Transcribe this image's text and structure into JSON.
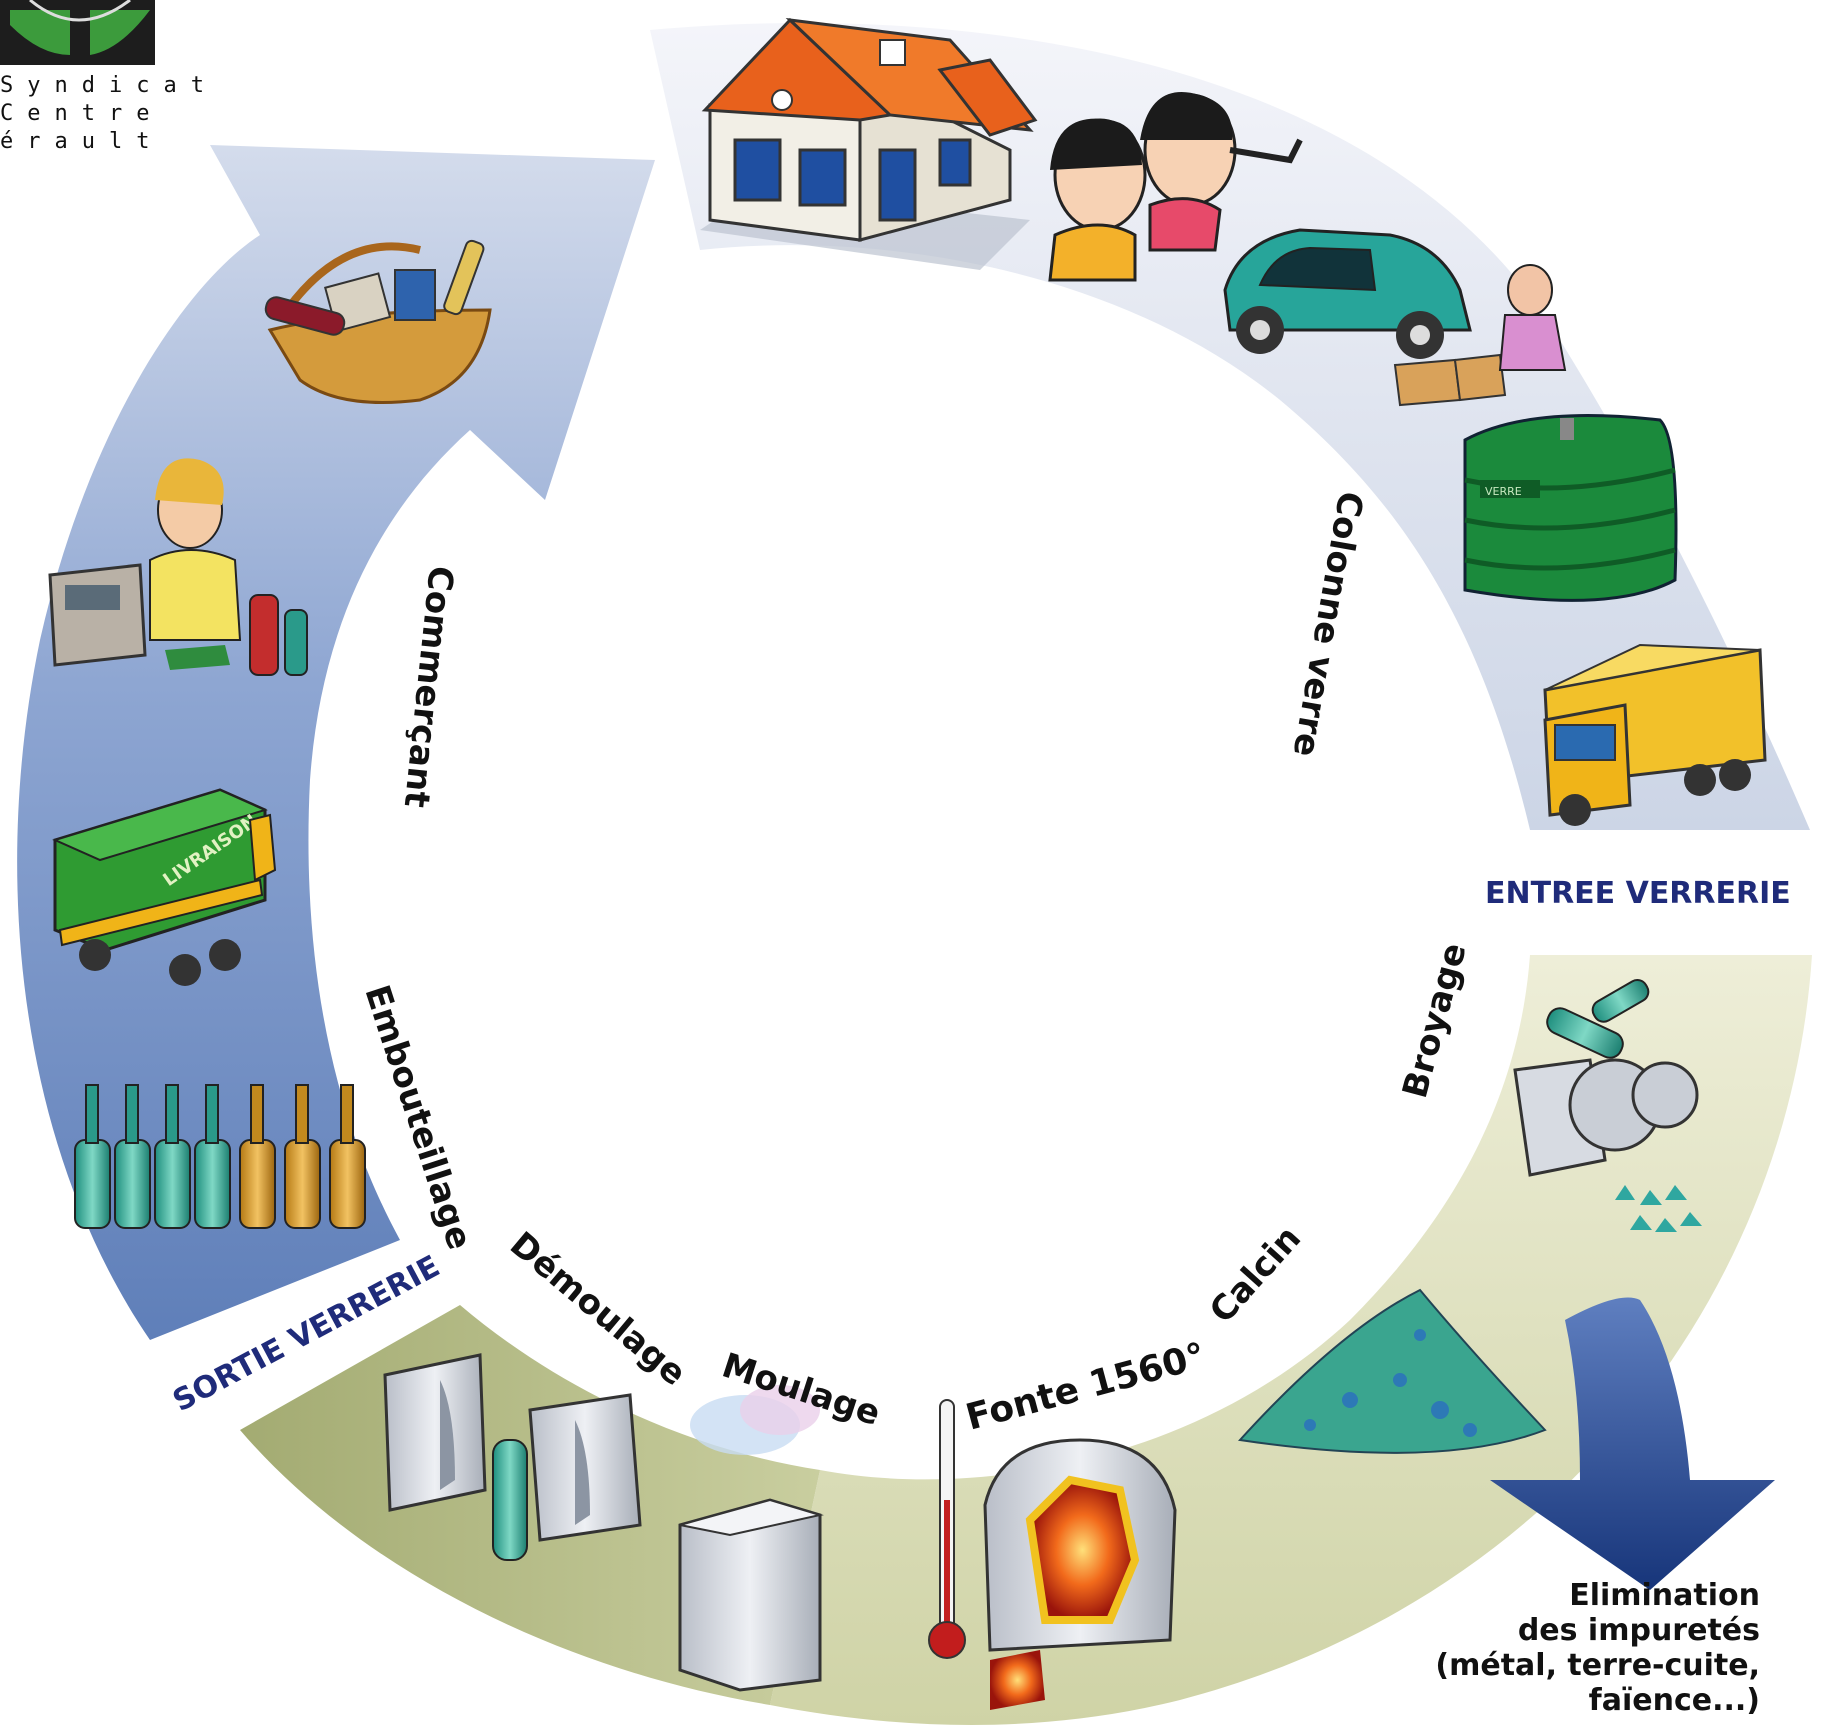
{
  "logo": {
    "line1": "Syndicat",
    "line2": "Centre",
    "line3": "érault"
  },
  "zones": {
    "entree": "ENTREE VERRERIE",
    "sortie": "SORTIE VERRERIE"
  },
  "steps": {
    "colonne": "Colonne verre",
    "commercant": "Commerçant",
    "embouteillage": "Embouteillage",
    "broyage": "Broyage",
    "calcin": "Calcin",
    "fonte": "Fonte 1560°",
    "moulage": "Moulage",
    "demoulage": "Démoulage"
  },
  "elimination": {
    "line1": "Elimination",
    "line2": "des impuretés",
    "line3": "(métal, terre-cuite,",
    "line4": "faïence...)"
  },
  "illustrations": {
    "truck_label": "LIVRAISON",
    "bin_label": "VERRE"
  },
  "colors": {
    "blue_ring": "#7d96c6",
    "olive_ring": "#a3ab72",
    "cream_ring": "#e9ead2",
    "zone_text": "#1f2b7a",
    "arrow_blue": "#1f3f86"
  }
}
